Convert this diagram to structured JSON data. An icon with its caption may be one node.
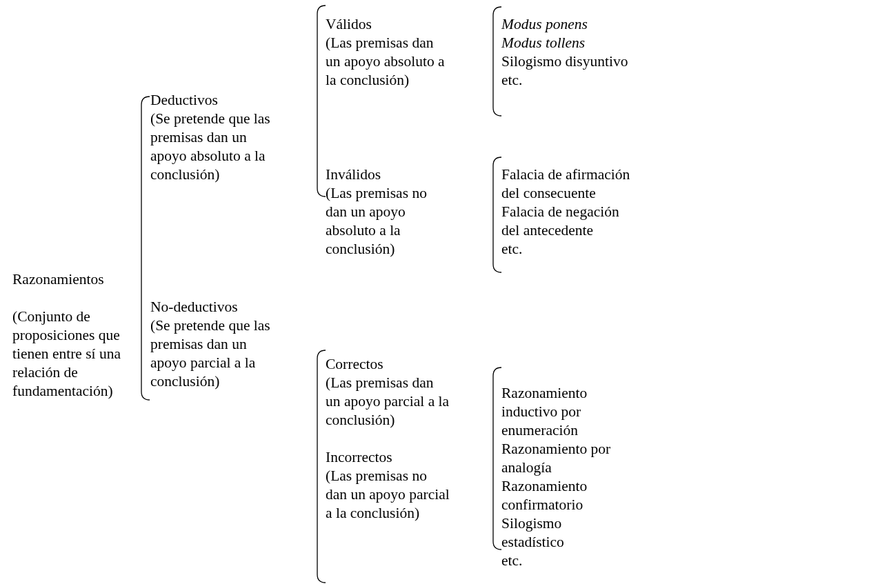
{
  "diagram": {
    "labels": [
      "Razonamientos",
      "(Conjunto de proposiciones que tienen entre sí una relación de fundamentación)",
      "Deductivos",
      "(Se pretende que las premisas dan un apoyo absoluto a la conclusión)",
      "No-deductivos",
      "(Se pretende que las premisas dan un apoyo parcial a la conclusión)",
      "Válidos",
      "(Las premisas dan un apoyo absoluto a la conclusión)",
      "Inválidos",
      "(Las premisas no dan un apoyo absoluto a la conclusión)",
      "Correctos",
      "(Las premisas dan un apoyo parcial a la conclusión)",
      "Incorrectos",
      "(Las premisas no dan un apoyo parcial a la conclusión)",
      "Modus ponens",
      "Modus tollens",
      "Silogismo disyuntivo",
      "etc.",
      "Falacia de afirmación del consecuente",
      "Falacia de negación del antecedente",
      "etc.",
      "Razonamiento inductivo por enumeración",
      "Razonamiento por analogía",
      "Razonamiento confirmatorio",
      "Silogismo estadístico",
      "etc."
    ]
  }
}
